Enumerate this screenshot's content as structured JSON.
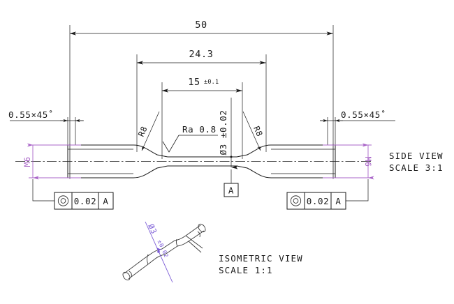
{
  "drawing": {
    "title": "Tensile test specimen technical drawing",
    "background_color": "#ffffff",
    "line_color": "#1a1a1a",
    "accent_color": "#a964c8",
    "iso_accent_color": "#7b5bd6"
  },
  "dimensions": {
    "overall_length": "50",
    "reduced_length": "24.3",
    "gauge_length": "15",
    "gauge_length_tol": "±0.1",
    "chamfer_left": "0.55×45˚",
    "chamfer_right": "0.55×45˚",
    "fillet_left": "R8",
    "fillet_right": "R8",
    "gauge_diameter": "Ø3 ±0.02",
    "thread_left": "M6",
    "thread_right": "M6"
  },
  "annotations": {
    "surface_finish": "Ra 0.8",
    "datum_label": "A",
    "gdt_left": {
      "symbol": "concentricity-icon",
      "tolerance": "0.02",
      "datum": "A"
    },
    "gdt_right": {
      "symbol": "concentricity-icon",
      "tolerance": "0.02",
      "datum": "A"
    }
  },
  "views": {
    "side": {
      "name": "SIDE VIEW",
      "scale": "SCALE 3:1"
    },
    "isometric": {
      "name": "ISOMETRIC VIEW",
      "scale": "SCALE 1:1",
      "callout": "Ø3 ±0.02",
      "callout_main": "Ø3",
      "callout_tol": "±0.02"
    }
  }
}
